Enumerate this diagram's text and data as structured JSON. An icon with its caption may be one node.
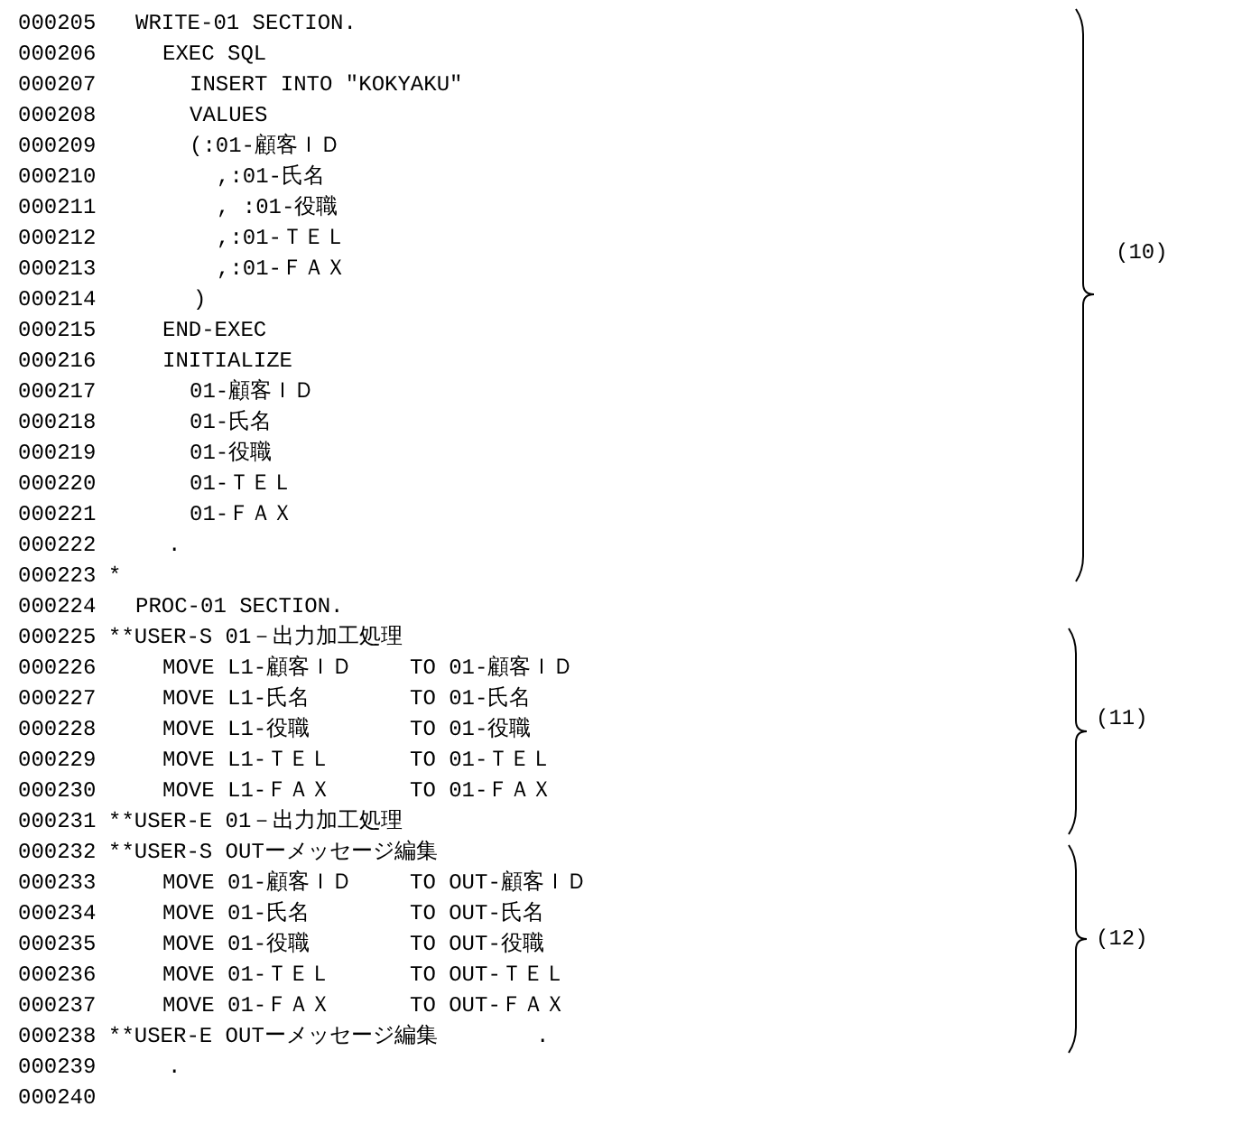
{
  "diagram": {
    "labels": [
      "000205",
      "WRITE-01 SECTION.",
      "000206",
      "EXEC SQL",
      "000207",
      "INSERT INTO \"KOKYAKU\"",
      "000208",
      "VALUES",
      "000209",
      "(:01-顧客ＩＤ",
      "000210",
      ",:01-氏名",
      "000211",
      ", :01-役職",
      "000212",
      ",:01-ＴＥＬ",
      "000213",
      ",:01-ＦＡＸ",
      "000214",
      ")",
      "000215",
      "END-EXEC",
      "000216",
      "INITIALIZE",
      "000217",
      "01-顧客ＩＤ",
      "000218",
      "01-氏名",
      "000219",
      "01-役職",
      "000220",
      "01-ＴＥＬ",
      "000221",
      "01-ＦＡＸ",
      "000222",
      ".",
      "000223",
      "*",
      "000224",
      "PROC-01 SECTION.",
      "000225",
      "**USER-S 01－出力加工処理",
      "000226",
      "MOVE L1-顧客ＩＤ",
      "TO 01-顧客ＩＤ",
      "000227",
      "MOVE L1-氏名",
      "TO 01-氏名",
      "000228",
      "MOVE L1-役職",
      "TO 01-役職",
      "000229",
      "MOVE L1-ＴＥＬ",
      "TO 01-ＴＥＬ",
      "000230",
      "MOVE L1-ＦＡＸ",
      "TO 01-ＦＡＸ",
      "000231",
      "**USER-E 01－出力加工処理",
      "000232",
      "**USER-S OUTーメッセージ編集",
      "000233",
      "MOVE 01-顧客ＩＤ",
      "TO OUT-顧客ＩＤ",
      "000234",
      "MOVE 01-氏名",
      "TO OUT-氏名",
      "000235",
      "MOVE 01-役職",
      "TO OUT-役職",
      "000236",
      "MOVE 01-ＴＥＬ",
      "TO OUT-ＴＥＬ",
      "000237",
      "MOVE 01-ＦＡＸ",
      "TO OUT-ＦＡＸ",
      "000238",
      "**USER-E OUTーメッセージ編集",
      ".",
      "000239",
      ".",
      "000240",
      "(10)",
      "(11)",
      "(12)"
    ]
  }
}
